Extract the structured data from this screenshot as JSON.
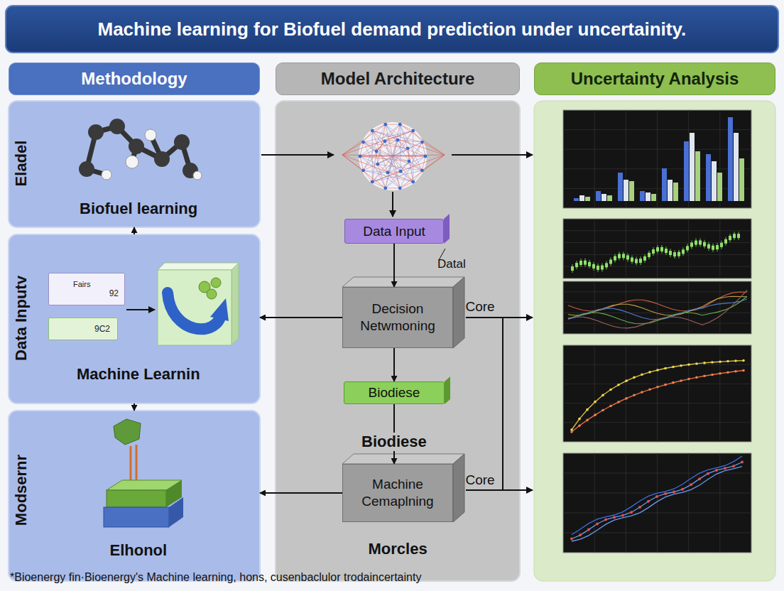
{
  "diagram": {
    "title": "Machine learning for Biofuel demand prediction under uncertainity.",
    "caption": "*Bioenergy fin·Bioenergy's Machine learning, hons, cusenbaclulor trodaincertainty",
    "nodes": [
      {
        "text": [
          "Methodology"
        ]
      },
      {
        "text": [
          "Model Architecture"
        ]
      },
      {
        "text": [
          "Uncertainty Analysis"
        ]
      },
      {
        "text": [
          "Eladel",
          "Biofuel learning"
        ]
      },
      {
        "text": [
          "Data Inputv",
          "Machine Learnin"
        ]
      },
      {
        "text": [
          "Fairs",
          "92"
        ],
        "in": 4
      },
      {
        "text": [
          "9C2"
        ],
        "in": 4
      },
      {
        "text": [
          "Modsernr",
          "Elhonol"
        ]
      },
      {
        "text": [
          "Morcles"
        ]
      },
      {
        "text": [
          "Data Input"
        ],
        "in": 8
      },
      {
        "text": [
          "Decision Netwmoning"
        ],
        "in": 8
      },
      {
        "text": [
          "Biodiese"
        ],
        "in": 8
      },
      {
        "text": [
          "Machine Cemaplning"
        ],
        "in": 8
      }
    ],
    "edges": [
      {
        "from": 4,
        "to": 3,
        "arrow": "to"
      },
      {
        "from": 4,
        "to": 7,
        "arrow": "to"
      },
      {
        "from": 9,
        "to": 10,
        "arrow": "to"
      },
      {
        "from": 10,
        "to": 11,
        "arrow": "to"
      },
      {
        "from": 11,
        "to": 12,
        "arrow": "to"
      },
      {
        "from": 10,
        "to": 4,
        "arrow": "to"
      },
      {
        "from": 12,
        "to": 7,
        "arrow": "to"
      }
    ],
    "labels": [
      "Datal",
      "Core",
      "Core",
      "Biodiese"
    ]
  }
}
